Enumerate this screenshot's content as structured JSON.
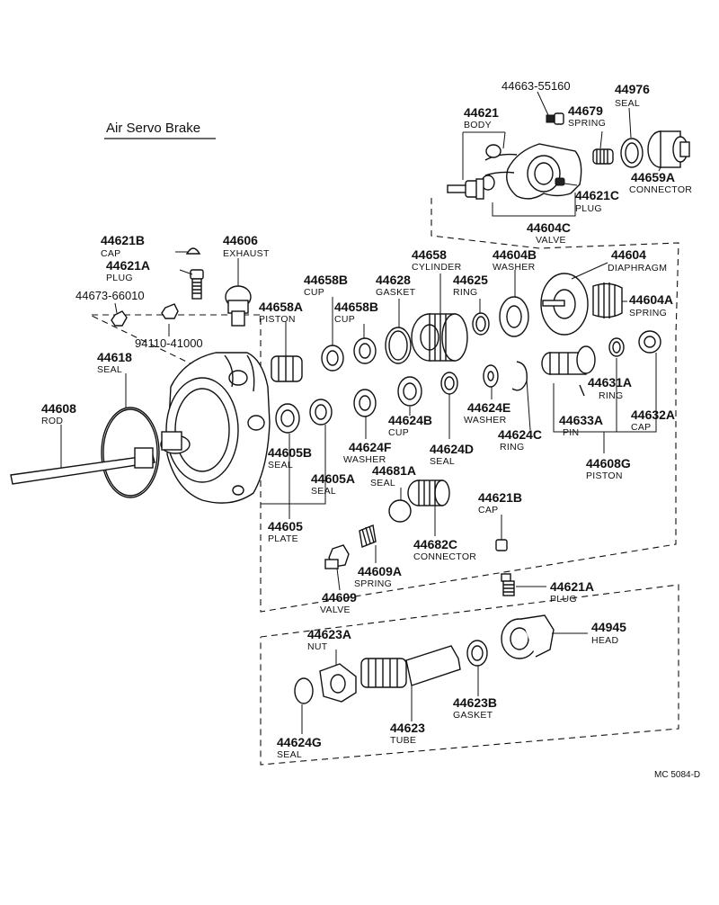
{
  "title": "Air Servo Brake",
  "code": "MC 5084-D",
  "callouts": [
    {
      "id": "c-44663-55160",
      "num": "44663-55160",
      "word": ""
    },
    {
      "id": "c-44976",
      "num": "44976",
      "word": "SEAL"
    },
    {
      "id": "c-44621",
      "num": "44621",
      "word": "BODY"
    },
    {
      "id": "c-44679",
      "num": "44679",
      "word": "SPRING"
    },
    {
      "id": "c-44659A",
      "num": "44659A",
      "word": "CONNECTOR"
    },
    {
      "id": "c-44621C",
      "num": "44621C",
      "word": "PLUG"
    },
    {
      "id": "c-44604C",
      "num": "44604C",
      "word": "VALVE"
    },
    {
      "id": "c-44621B-top",
      "num": "44621B",
      "word": "CAP"
    },
    {
      "id": "c-44606",
      "num": "44606",
      "word": "EXHAUST"
    },
    {
      "id": "c-44621A-top",
      "num": "44621A",
      "word": "PLUG"
    },
    {
      "id": "c-44673-66010",
      "num": "44673-66010",
      "word": ""
    },
    {
      "id": "c-94110-41000",
      "num": "94110-41000",
      "word": ""
    },
    {
      "id": "c-44618",
      "num": "44618",
      "word": "SEAL"
    },
    {
      "id": "c-44608",
      "num": "44608",
      "word": "ROD"
    },
    {
      "id": "c-44658",
      "num": "44658",
      "word": "CYLINDER"
    },
    {
      "id": "c-44604B",
      "num": "44604B",
      "word": "WASHER"
    },
    {
      "id": "c-44604",
      "num": "44604",
      "word": "DIAPHRAGM"
    },
    {
      "id": "c-44658B-1",
      "num": "44658B",
      "word": "CUP"
    },
    {
      "id": "c-44628",
      "num": "44628",
      "word": "GASKET"
    },
    {
      "id": "c-44625",
      "num": "44625",
      "word": "RING"
    },
    {
      "id": "c-44604A",
      "num": "44604A",
      "word": "SPRING"
    },
    {
      "id": "c-44658A",
      "num": "44658A",
      "word": "PISTON"
    },
    {
      "id": "c-44658B-2",
      "num": "44658B",
      "word": "CUP"
    },
    {
      "id": "c-44631A",
      "num": "44631A",
      "word": "RING"
    },
    {
      "id": "c-44632A",
      "num": "44632A",
      "word": "CAP"
    },
    {
      "id": "c-44624E",
      "num": "44624E",
      "word": "WASHER"
    },
    {
      "id": "c-44624B",
      "num": "44624B",
      "word": "CUP"
    },
    {
      "id": "c-44633A",
      "num": "44633A",
      "word": "PIN"
    },
    {
      "id": "c-44624F",
      "num": "44624F",
      "word": "WASHER"
    },
    {
      "id": "c-44624C",
      "num": "44624C",
      "word": "RING"
    },
    {
      "id": "c-44624D",
      "num": "44624D",
      "word": "SEAL"
    },
    {
      "id": "c-44605B",
      "num": "44605B",
      "word": "SEAL"
    },
    {
      "id": "c-44608G",
      "num": "44608G",
      "word": "PISTON"
    },
    {
      "id": "c-44605A",
      "num": "44605A",
      "word": "SEAL"
    },
    {
      "id": "c-44681A",
      "num": "44681A",
      "word": "SEAL"
    },
    {
      "id": "c-44621B-low",
      "num": "44621B",
      "word": "CAP"
    },
    {
      "id": "c-44605",
      "num": "44605",
      "word": "PLATE"
    },
    {
      "id": "c-44682C",
      "num": "44682C",
      "word": "CONNECTOR"
    },
    {
      "id": "c-44609A",
      "num": "44609A",
      "word": "SPRING"
    },
    {
      "id": "c-44621A-low",
      "num": "44621A",
      "word": "PLUG"
    },
    {
      "id": "c-44609",
      "num": "44609",
      "word": "VALVE"
    },
    {
      "id": "c-44623A",
      "num": "44623A",
      "word": "NUT"
    },
    {
      "id": "c-44945",
      "num": "44945",
      "word": "HEAD"
    },
    {
      "id": "c-44623B",
      "num": "44623B",
      "word": "GASKET"
    },
    {
      "id": "c-44624G",
      "num": "44624G",
      "word": "SEAL"
    },
    {
      "id": "c-44623",
      "num": "44623",
      "word": "TUBE"
    }
  ]
}
